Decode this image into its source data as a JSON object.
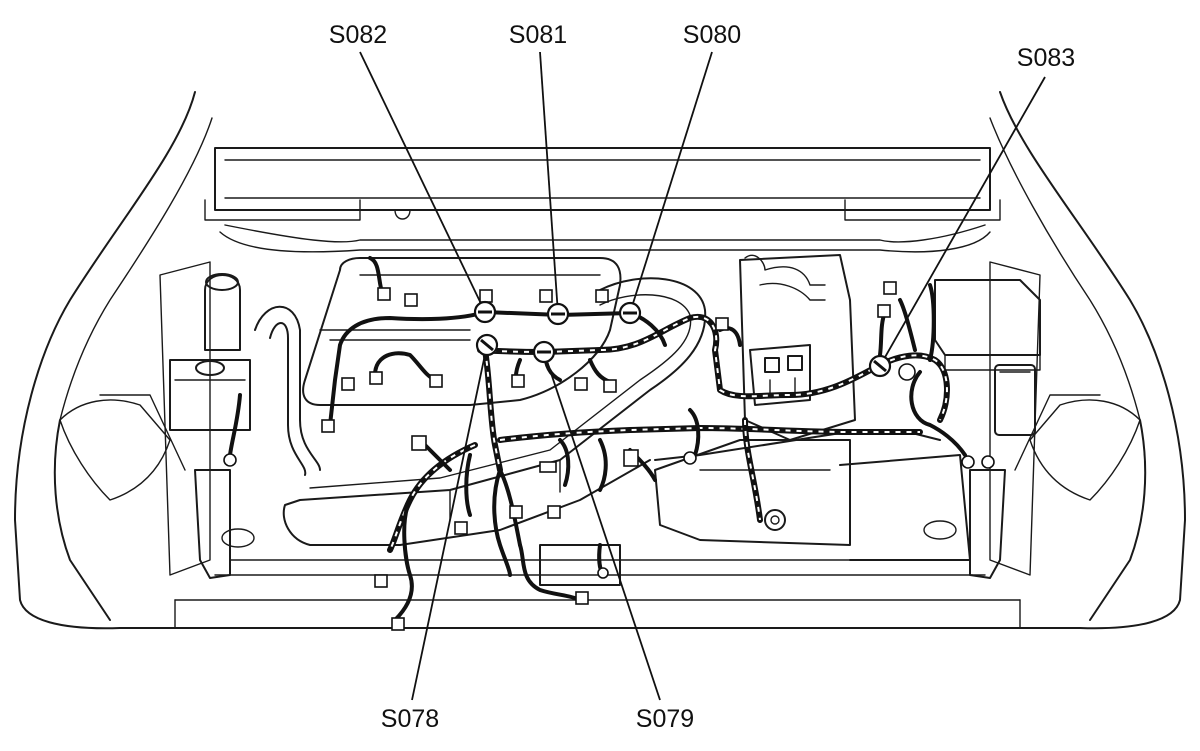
{
  "diagram": {
    "splices": [
      {
        "id": "s082",
        "label": "S082"
      },
      {
        "id": "s081",
        "label": "S081"
      },
      {
        "id": "s080",
        "label": "S080"
      },
      {
        "id": "s083",
        "label": "S083"
      },
      {
        "id": "s078",
        "label": "S078"
      },
      {
        "id": "s079",
        "label": "S079"
      }
    ],
    "colors": {
      "line": "#111111",
      "background": "#ffffff"
    }
  }
}
